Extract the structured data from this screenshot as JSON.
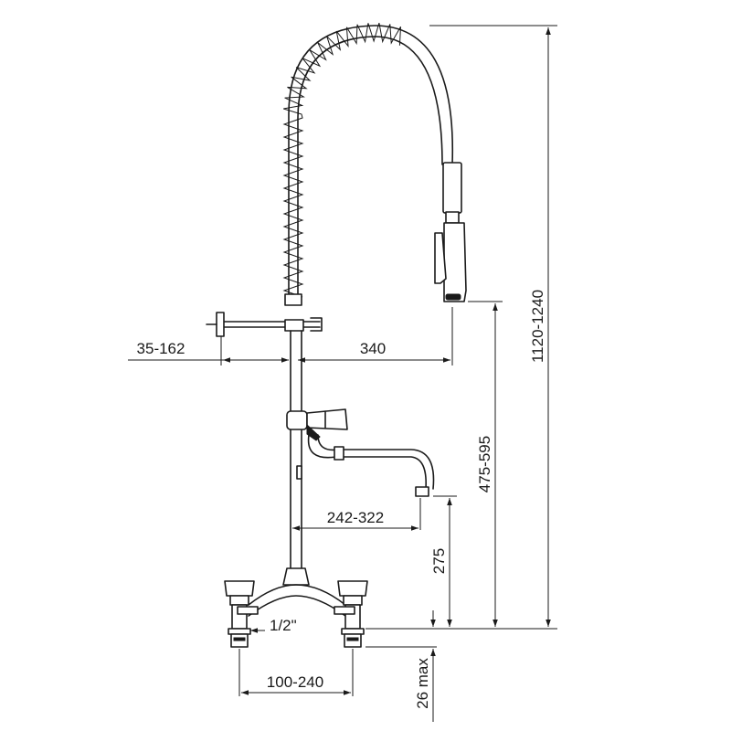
{
  "dimensions": {
    "overall_height": "1120-1240",
    "spray_head_height": "475-595",
    "spout_height": "275",
    "spray_reach": "340",
    "wall_bracket": "35-162",
    "spout_reach": "242-322",
    "inlet_spacing": "100-240",
    "inlet_thread": "1/2\"",
    "deck_thickness": "26 max"
  }
}
